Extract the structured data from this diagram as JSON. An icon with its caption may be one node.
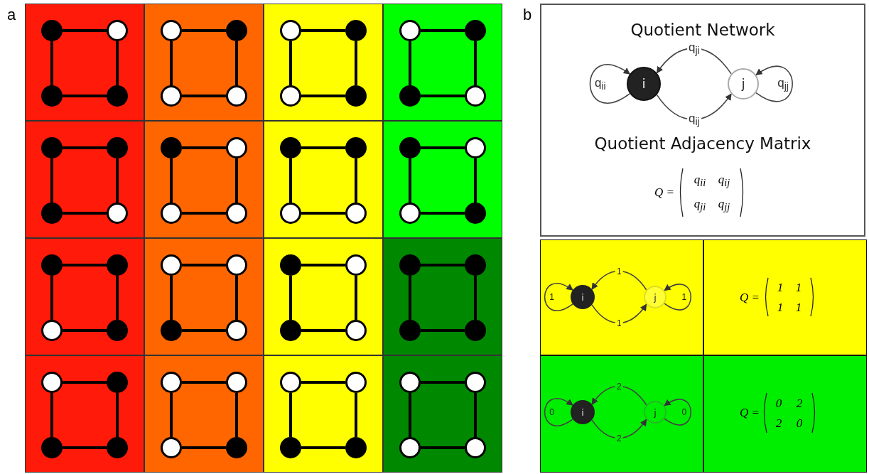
{
  "diagram": {
    "nodes": [
      {
        "text": [],
        "shape": "circle"
      },
      {
        "text": [],
        "shape": "circle"
      },
      {
        "text": [],
        "shape": "circle"
      },
      {
        "text": [],
        "shape": "circle"
      },
      {
        "text": [],
        "shape": "circle"
      },
      {
        "text": [],
        "shape": "circle"
      },
      {
        "text": [],
        "shape": "circle"
      },
      {
        "text": [],
        "shape": "circle"
      },
      {
        "text": [],
        "shape": "circle"
      },
      {
        "text": [],
        "shape": "circle"
      },
      {
        "text": [],
        "shape": "circle"
      },
      {
        "text": [],
        "shape": "circle"
      },
      {
        "text": [],
        "shape": "circle"
      },
      {
        "text": [],
        "shape": "circle"
      },
      {
        "text": [],
        "shape": "circle"
      },
      {
        "text": [],
        "shape": "circle"
      },
      {
        "text": [],
        "shape": "circle"
      },
      {
        "text": [],
        "shape": "circle"
      },
      {
        "text": [],
        "shape": "circle"
      },
      {
        "text": [],
        "shape": "circle"
      },
      {
        "text": [],
        "shape": "circle"
      },
      {
        "text": [],
        "shape": "circle"
      },
      {
        "text": [],
        "shape": "circle"
      },
      {
        "text": [],
        "shape": "circle"
      },
      {
        "text": [],
        "shape": "circle"
      },
      {
        "text": [],
        "shape": "circle"
      },
      {
        "text": [],
        "shape": "circle"
      },
      {
        "text": [],
        "shape": "circle"
      },
      {
        "text": [],
        "shape": "circle"
      },
      {
        "text": [],
        "shape": "circle"
      },
      {
        "text": [],
        "shape": "circle"
      },
      {
        "text": [],
        "shape": "circle"
      },
      {
        "text": [],
        "shape": "circle"
      },
      {
        "text": [],
        "shape": "circle"
      },
      {
        "text": [],
        "shape": "circle"
      },
      {
        "text": [],
        "shape": "circle"
      },
      {
        "text": [],
        "shape": "circle"
      },
      {
        "text": [],
        "shape": "circle"
      },
      {
        "text": [],
        "shape": "circle"
      },
      {
        "text": [],
        "shape": "circle"
      },
      {
        "text": [],
        "shape": "circle"
      },
      {
        "text": [],
        "shape": "circle"
      },
      {
        "text": [],
        "shape": "circle"
      },
      {
        "text": [],
        "shape": "circle"
      },
      {
        "text": [],
        "shape": "circle"
      },
      {
        "text": [],
        "shape": "circle"
      },
      {
        "text": [],
        "shape": "circle"
      },
      {
        "text": [],
        "shape": "circle"
      },
      {
        "text": [],
        "shape": "circle"
      },
      {
        "text": [],
        "shape": "circle"
      },
      {
        "text": [],
        "shape": "circle"
      },
      {
        "text": [],
        "shape": "circle"
      },
      {
        "text": [],
        "shape": "circle"
      },
      {
        "text": [],
        "shape": "circle"
      },
      {
        "text": [],
        "shape": "circle"
      },
      {
        "text": [],
        "shape": "circle"
      },
      {
        "text": [],
        "shape": "circle"
      },
      {
        "text": [],
        "shape": "circle"
      },
      {
        "text": [],
        "shape": "circle"
      },
      {
        "text": [],
        "shape": "circle"
      },
      {
        "text": [],
        "shape": "circle"
      },
      {
        "text": [],
        "shape": "circle"
      },
      {
        "text": [],
        "shape": "circle"
      },
      {
        "text": [],
        "shape": "circle"
      },
      {
        "text": [
          "Quotient Network",
          "Quotient Adjacency Matrix"
        ]
      },
      {
        "text": [
          "i"
        ],
        "in": 64
      },
      {
        "text": [
          "j"
        ],
        "in": 64
      },
      {
        "text": [
          "i"
        ]
      },
      {
        "text": [
          "j"
        ]
      },
      {
        "text": [
          "i"
        ]
      },
      {
        "text": [
          "j"
        ]
      }
    ],
    "edges": [
      {
        "from": 0,
        "to": 1,
        "arrow": "none"
      },
      {
        "from": 0,
        "to": 2,
        "arrow": "none"
      },
      {
        "from": 1,
        "to": 3,
        "arrow": "none"
      },
      {
        "from": 2,
        "to": 3,
        "arrow": "none"
      },
      {
        "from": 4,
        "to": 5,
        "arrow": "none"
      },
      {
        "from": 4,
        "to": 6,
        "arrow": "none"
      },
      {
        "from": 5,
        "to": 7,
        "arrow": "none"
      },
      {
        "from": 6,
        "to": 7,
        "arrow": "none"
      },
      {
        "from": 8,
        "to": 9,
        "arrow": "none"
      },
      {
        "from": 8,
        "to": 10,
        "arrow": "none"
      },
      {
        "from": 9,
        "to": 11,
        "arrow": "none"
      },
      {
        "from": 10,
        "to": 11,
        "arrow": "none"
      },
      {
        "from": 12,
        "to": 13,
        "arrow": "none"
      },
      {
        "from": 12,
        "to": 14,
        "arrow": "none"
      },
      {
        "from": 13,
        "to": 15,
        "arrow": "none"
      },
      {
        "from": 14,
        "to": 15,
        "arrow": "none"
      },
      {
        "from": 16,
        "to": 17,
        "arrow": "none"
      },
      {
        "from": 16,
        "to": 18,
        "arrow": "none"
      },
      {
        "from": 17,
        "to": 19,
        "arrow": "none"
      },
      {
        "from": 18,
        "to": 19,
        "arrow": "none"
      },
      {
        "from": 20,
        "to": 21,
        "arrow": "none"
      },
      {
        "from": 20,
        "to": 22,
        "arrow": "none"
      },
      {
        "from": 21,
        "to": 23,
        "arrow": "none"
      },
      {
        "from": 22,
        "to": 23,
        "arrow": "none"
      },
      {
        "from": 24,
        "to": 25,
        "arrow": "none"
      },
      {
        "from": 24,
        "to": 26,
        "arrow": "none"
      },
      {
        "from": 25,
        "to": 27,
        "arrow": "none"
      },
      {
        "from": 26,
        "to": 27,
        "arrow": "none"
      },
      {
        "from": 28,
        "to": 29,
        "arrow": "none"
      },
      {
        "from": 28,
        "to": 30,
        "arrow": "none"
      },
      {
        "from": 29,
        "to": 31,
        "arrow": "none"
      },
      {
        "from": 30,
        "to": 31,
        "arrow": "none"
      },
      {
        "from": 32,
        "to": 33,
        "arrow": "none"
      },
      {
        "from": 32,
        "to": 34,
        "arrow": "none"
      },
      {
        "from": 33,
        "to": 35,
        "arrow": "none"
      },
      {
        "from": 34,
        "to": 35,
        "arrow": "none"
      },
      {
        "from": 36,
        "to": 37,
        "arrow": "none"
      },
      {
        "from": 36,
        "to": 38,
        "arrow": "none"
      },
      {
        "from": 37,
        "to": 39,
        "arrow": "none"
      },
      {
        "from": 38,
        "to": 39,
        "arrow": "none"
      },
      {
        "from": 40,
        "to": 41,
        "arrow": "none"
      },
      {
        "from": 40,
        "to": 42,
        "arrow": "none"
      },
      {
        "from": 41,
        "to": 43,
        "arrow": "none"
      },
      {
        "from": 42,
        "to": 43,
        "arrow": "none"
      },
      {
        "from": 44,
        "to": 45,
        "arrow": "none"
      },
      {
        "from": 44,
        "to": 46,
        "arrow": "none"
      },
      {
        "from": 45,
        "to": 47,
        "arrow": "none"
      },
      {
        "from": 46,
        "to": 47,
        "arrow": "none"
      },
      {
        "from": 48,
        "to": 49,
        "arrow": "none"
      },
      {
        "from": 48,
        "to": 50,
        "arrow": "none"
      },
      {
        "from": 49,
        "to": 51,
        "arrow": "none"
      },
      {
        "from": 50,
        "to": 51,
        "arrow": "none"
      },
      {
        "from": 52,
        "to": 53,
        "arrow": "none"
      },
      {
        "from": 52,
        "to": 54,
        "arrow": "none"
      },
      {
        "from": 53,
        "to": 55,
        "arrow": "none"
      },
      {
        "from": 54,
        "to": 55,
        "arrow": "none"
      },
      {
        "from": 56,
        "to": 57,
        "arrow": "none"
      },
      {
        "from": 56,
        "to": 58,
        "arrow": "none"
      },
      {
        "from": 57,
        "to": 59,
        "arrow": "none"
      },
      {
        "from": 58,
        "to": 59,
        "arrow": "none"
      },
      {
        "from": 60,
        "to": 61,
        "arrow": "none"
      },
      {
        "from": 60,
        "to": 62,
        "arrow": "none"
      },
      {
        "from": 61,
        "to": 63,
        "arrow": "none"
      },
      {
        "from": 62,
        "to": 63,
        "arrow": "none"
      },
      {
        "from": 65,
        "to": 65,
        "arrow": "to",
        "label": "q$_{ii}$"
      },
      {
        "from": 66,
        "to": 65,
        "arrow": "to",
        "label": "q$_{ji}$"
      },
      {
        "from": 65,
        "to": 66,
        "arrow": "to",
        "label": "q$_{ij}$"
      },
      {
        "from": 66,
        "to": 66,
        "arrow": "to",
        "label": "q$_{jj}$"
      },
      {
        "from": 67,
        "to": 67,
        "arrow": "to",
        "label": "1"
      },
      {
        "from": 68,
        "to": 67,
        "arrow": "to",
        "label": "1"
      },
      {
        "from": 67,
        "to": 68,
        "arrow": "to",
        "label": "1"
      },
      {
        "from": 68,
        "to": 68,
        "arrow": "to",
        "label": "1"
      },
      {
        "from": 69,
        "to": 69,
        "arrow": "to",
        "label": "0"
      },
      {
        "from": 70,
        "to": 69,
        "arrow": "to",
        "label": "2"
      },
      {
        "from": 69,
        "to": 70,
        "arrow": "to",
        "label": "2"
      },
      {
        "from": 70,
        "to": 70,
        "arrow": "to",
        "label": "0"
      }
    ],
    "labels": [
      "a",
      "b",
      "Q =",
      "q$_{ii}$",
      "q$_{ij}$",
      "q$_{ji}$",
      "q$_{jj}$",
      "Q =",
      "1",
      "1",
      "1",
      "1",
      "Q =",
      "0",
      "2",
      "2",
      "0"
    ]
  }
}
